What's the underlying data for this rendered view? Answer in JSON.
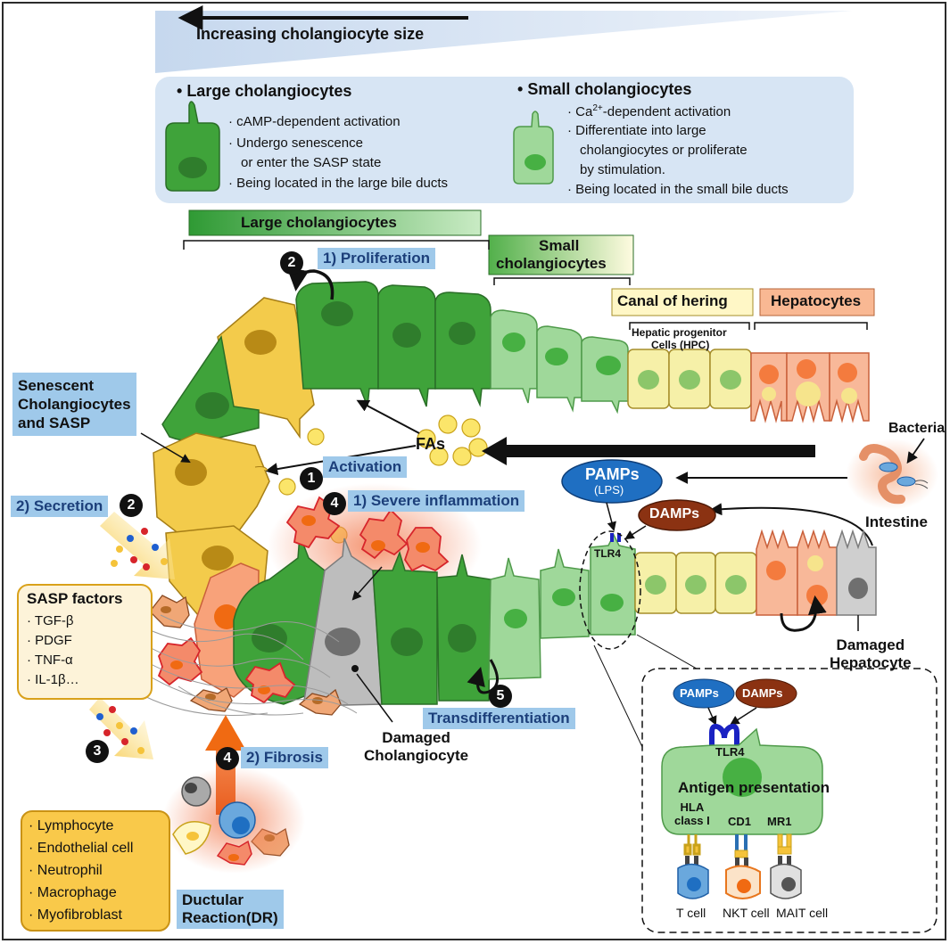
{
  "header": {
    "size_gradient_label": "Increasing cholangiocyte size"
  },
  "legend": {
    "large": {
      "title": "Large cholangiocytes",
      "items": [
        "cAMP-dependent activation",
        "Undergo senescence",
        "or enter the SASP state",
        "Being located in the large bile ducts"
      ]
    },
    "small": {
      "title": "Small cholangiocytes",
      "items_ca_prefix": "Ca",
      "items_ca_sup": "2+",
      "items_ca_suffix": "-dependent activation",
      "items": [
        "Differentiate into large",
        "cholangiocytes or proliferate",
        "by stimulation.",
        "Being located in the small bile ducts"
      ]
    }
  },
  "labels": {
    "large_cholangiocytes": "Large cholangiocytes",
    "small_cholangiocytes_1": "Small",
    "small_cholangiocytes_2": "cholangiocytes",
    "canal_of_hering": "Canal of hering",
    "hepatocytes": "Hepatocytes",
    "hpc_1": "Hepatic progenitor",
    "hpc_2": "Cells (HPC)",
    "proliferation": "1) Proliferation",
    "senescent_1": "Senescent",
    "senescent_2": "Cholangiocytes",
    "senescent_3": "and SASP",
    "fas": "FAs",
    "activation": "Activation",
    "severe_inflammation": "1) Severe inflammation",
    "secretion": "2) Secretion",
    "pamps": "PAMPs",
    "lps": "(LPS)",
    "damps": "DAMPs",
    "tlr4": "TLR4",
    "bacteria": "Bacteria",
    "intestine": "Intestine",
    "damaged_hepatocyte_1": "Damaged",
    "damaged_hepatocyte_2": "Hepatocyte",
    "sasp_factors_title": "SASP factors",
    "sasp_factors": [
      "TGF-β",
      "PDGF",
      "TNF-α",
      "IL-1β…"
    ],
    "transdifferentiation": "Transdifferentiation",
    "fibrosis": "2) Fibrosis",
    "damaged_cholangiocyte_1": "Damaged",
    "damaged_cholangiocyte_2": "Cholangiocyte",
    "ductular_reaction_1": "Ductular",
    "ductular_reaction_2": "Reaction(DR)",
    "cell_types": [
      "Lymphocyte",
      "Endothelial cell",
      "Neutrophil",
      "Macrophage",
      "Myofibroblast"
    ],
    "num_1": "1",
    "num_2": "2",
    "num_3": "3",
    "num_4": "4",
    "num_5": "5"
  },
  "inset": {
    "pamps": "PAMPs",
    "damps": "DAMPs",
    "tlr4": "TLR4",
    "antigen_presentation": "Antigen presentation",
    "hla_1": "HLA",
    "hla_2": "class I",
    "cd1": "CD1",
    "mr1": "MR1",
    "t_cell": "T cell",
    "nkt_cell": "NKT cell",
    "mait_cell": "MAIT cell"
  },
  "colors": {
    "large_cholangiocyte": "#3fa33a",
    "small_cholangiocyte": "#9fd89a",
    "hpc": "#f6f0a8",
    "hepatocyte": "#f8b899",
    "senescent": "#f3cb4b",
    "damaged": "#bdbdbd",
    "label_blue": "#9fc9ea",
    "pamps": "#1f6fc2",
    "damps": "#8b3212"
  }
}
